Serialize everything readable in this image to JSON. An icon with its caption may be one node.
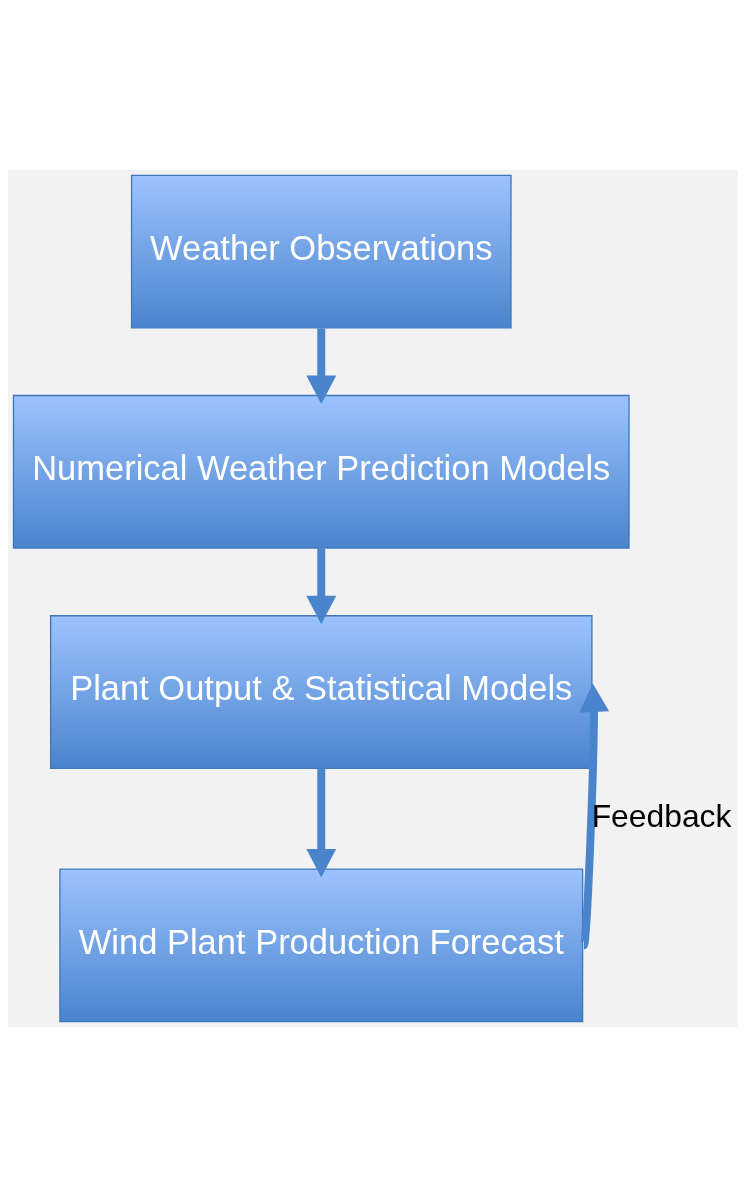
{
  "diagram": {
    "nodes": [
      {
        "text": [
          "Weather Observations"
        ]
      },
      {
        "text": [
          "Numerical Weather Prediction Models"
        ]
      },
      {
        "text": [
          "Plant Output & Statistical Models"
        ]
      },
      {
        "text": [
          "Wind Plant Production Forecast"
        ]
      }
    ],
    "edges": [
      {
        "from": 0,
        "to": 1,
        "arrow": "to"
      },
      {
        "from": 1,
        "to": 2,
        "arrow": "to"
      },
      {
        "from": 2,
        "to": 3,
        "arrow": "to"
      },
      {
        "from": 3,
        "to": 2,
        "arrow": "to",
        "label": "Feedback"
      }
    ]
  }
}
